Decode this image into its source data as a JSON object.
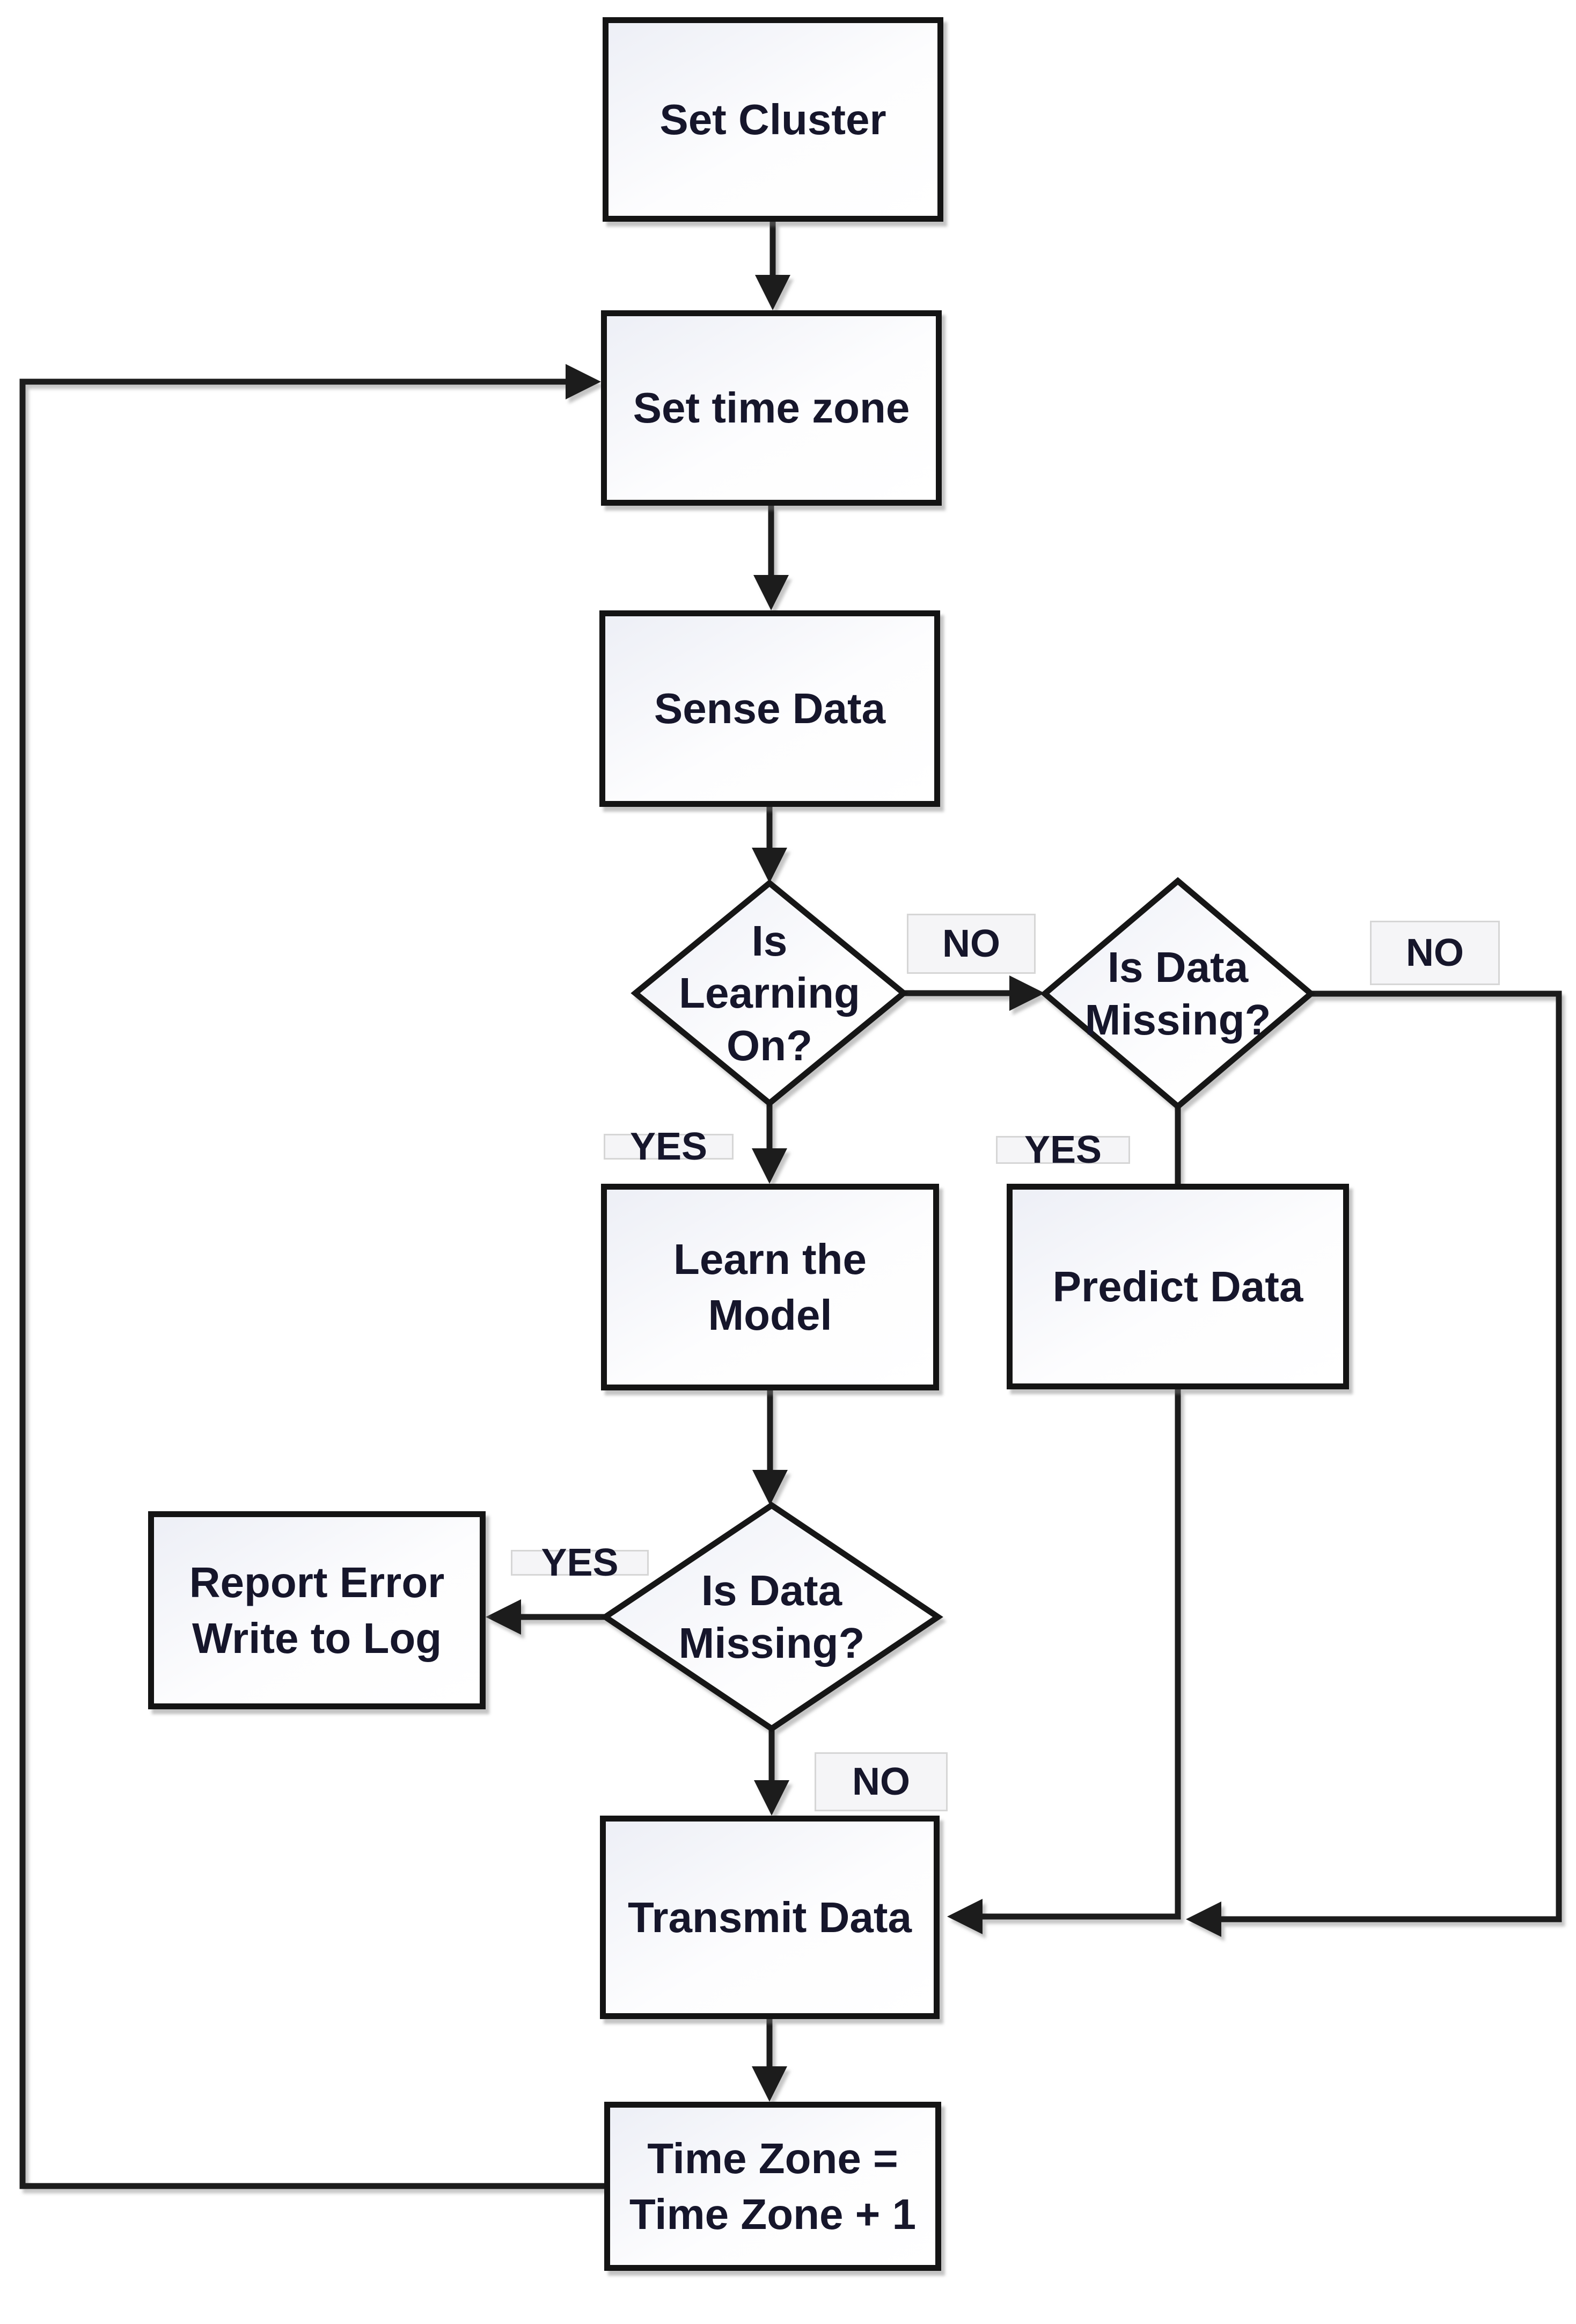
{
  "diagram": {
    "type": "flowchart",
    "nodes": {
      "set_cluster": {
        "shape": "process",
        "lines": [
          "Set Cluster"
        ]
      },
      "set_time_zone": {
        "shape": "process",
        "lines": [
          "Set time zone"
        ]
      },
      "sense_data": {
        "shape": "process",
        "lines": [
          "Sense Data"
        ]
      },
      "is_learning_on": {
        "shape": "decision",
        "lines": [
          "Is",
          "Learning",
          "On?"
        ]
      },
      "is_data_missing_right": {
        "shape": "decision",
        "lines": [
          "Is Data",
          "Missing?"
        ]
      },
      "learn_the_model": {
        "shape": "process",
        "lines": [
          "Learn the",
          "Model"
        ]
      },
      "predict_data": {
        "shape": "process",
        "lines": [
          "Predict Data"
        ]
      },
      "is_data_missing_left": {
        "shape": "decision",
        "lines": [
          "Is Data",
          "Missing?"
        ]
      },
      "report_error": {
        "shape": "process",
        "lines": [
          "Report Error",
          "Write to Log"
        ]
      },
      "transmit_data": {
        "shape": "process",
        "lines": [
          "Transmit Data"
        ]
      },
      "time_zone_increment": {
        "shape": "process",
        "lines": [
          "Time Zone =",
          "Time Zone + 1"
        ]
      }
    },
    "edge_labels": {
      "learning_no": "NO",
      "learning_yes": "YES",
      "data_missing_right_no": "NO",
      "data_missing_right_yes": "YES",
      "data_missing_left_yes": "YES",
      "data_missing_left_no": "NO"
    },
    "colors": {
      "line": "#1e1e1e",
      "node_border": "#141414",
      "node_fill": "#edeff6",
      "text": "#16162b",
      "label_chip_bg": "#f5f5f7",
      "label_chip_border": "#d6d6d6",
      "background": "#ffffff"
    }
  }
}
